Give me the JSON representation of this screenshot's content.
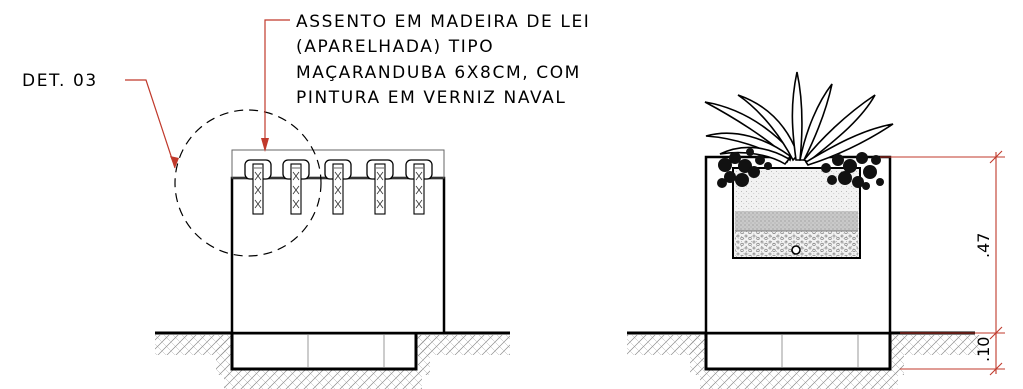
{
  "annotations": {
    "detail_label": "DET. 03",
    "material_note": [
      "ASSENTO EM MADEIRA DE LEI",
      "(APARELHADA) TIPO",
      "MAÇARANDUBA 6X8CM, COM",
      "PINTURA EM VERNIZ NAVAL"
    ]
  },
  "dimensions": {
    "planter_height": ".47",
    "base_depth": ".10"
  },
  "colors": {
    "line": "#000000",
    "leader": "#c0392b",
    "hatch": "#9a9a9a",
    "soil": "#bdbdbd"
  }
}
